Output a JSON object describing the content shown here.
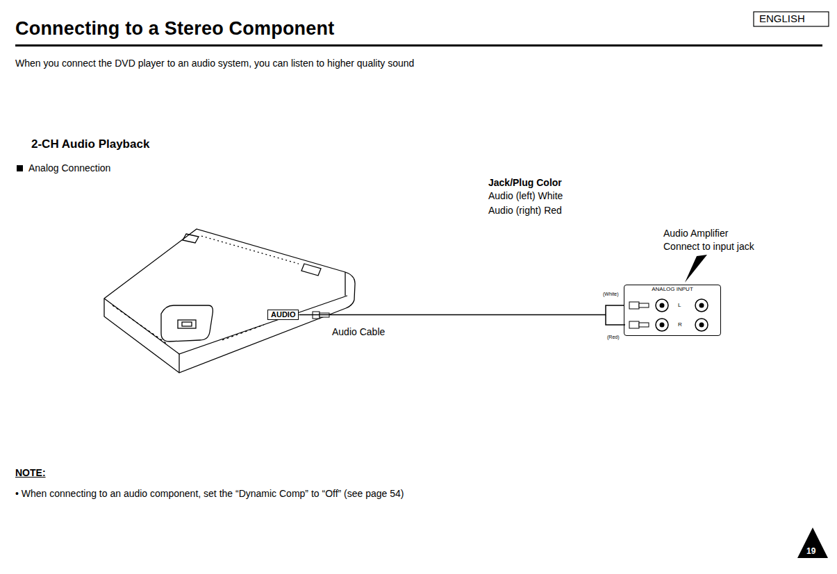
{
  "diagram": {
    "title": "Connecting to a Stereo Component",
    "nodes": [
      {
        "text": [
          "AUDIO"
        ]
      },
      {
        "text": [
          "ANALOG INPUT",
          "L",
          "R"
        ]
      }
    ],
    "edges": [
      {
        "from": 0,
        "to": 1,
        "arrow": "none",
        "label": "Audio Cable"
      }
    ],
    "labels": [
      "ENGLISH",
      "When you connect the DVD player to an audio system, you can listen to higher quality sound",
      "2-CH Audio Playback",
      "Analog Connection",
      "Jack/Plug Color",
      "Audio (left) White",
      "Audio (right) Red",
      "Audio Amplifier",
      "Connect to input jack",
      "(White)",
      "(Red)",
      "NOTE:",
      "• When connecting to an audio component, set the “Dynamic Comp” to “Off” (see page 54)",
      "19"
    ]
  }
}
